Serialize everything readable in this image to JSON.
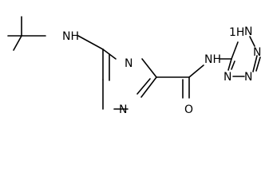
{
  "structure": {
    "labels": {
      "tbu_nh": "NH",
      "pyrazine_n_top": "N",
      "pyrazine_n_bottom": "N",
      "carbonyl_o": "O",
      "amide_nh": "NH",
      "tetrazole_1h": "1H",
      "tetrazole_n_top": "N",
      "tetrazole_n2": "N",
      "tetrazole_n3": "N",
      "tetrazole_n4": "N"
    }
  }
}
